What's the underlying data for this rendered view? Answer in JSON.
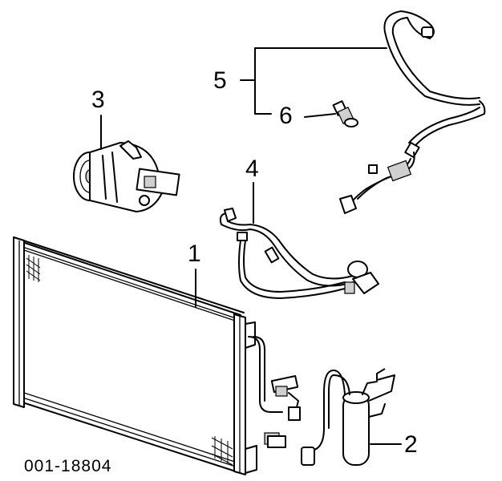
{
  "diagram": {
    "callouts": {
      "one": "1",
      "two": "2",
      "three": "3",
      "four": "4",
      "five": "5",
      "six": "6"
    },
    "code": "001-18804"
  }
}
